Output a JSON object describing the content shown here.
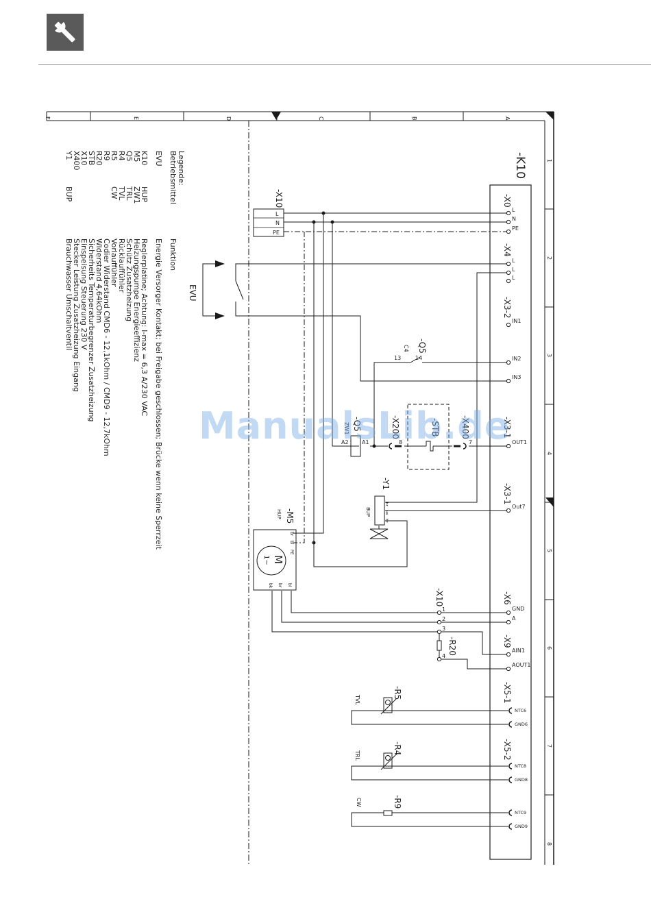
{
  "header": {
    "icon": "wrench-icon"
  },
  "frame": {
    "columns": [
      "A",
      "B",
      "C",
      "D",
      "E",
      "F"
    ],
    "rows": [
      "1",
      "2",
      "3",
      "4",
      "5",
      "6",
      "7",
      "8"
    ]
  },
  "controller": {
    "label": "-K10",
    "x0": {
      "label": "-X0",
      "pins": [
        "L",
        "N",
        "PE"
      ]
    },
    "x4": {
      "label": "-X4",
      "pins": [
        "L",
        "L",
        "L"
      ]
    },
    "x3_2": {
      "label": "-X3-2",
      "pins": [
        "IN1",
        "IN2",
        "IN3"
      ]
    },
    "x3_1a": {
      "label": "-X3-1",
      "pins": [
        "OUT1"
      ]
    },
    "x3_1b": {
      "label": "-X3-1",
      "pins": [
        "Out7"
      ]
    },
    "x6": {
      "label": "-X6",
      "pins": [
        "GND",
        "A"
      ]
    },
    "x9": {
      "label": "-X9",
      "pins": [
        "AIN1",
        "AOUT1"
      ]
    },
    "x5_1": {
      "label": "-X5-1",
      "pins": [
        "NTC6",
        "GND6"
      ]
    },
    "x5_2": {
      "label": "-X5-2",
      "pins": [
        "NTC8",
        "GND8"
      ]
    },
    "x5_3": {
      "pins": [
        "NTC9",
        "GND9"
      ]
    }
  },
  "components": {
    "x10_top": {
      "label": "-X10",
      "pins": [
        "L",
        "N",
        "PE"
      ]
    },
    "evu": {
      "label": "EVU"
    },
    "q5_contact": {
      "label": "-Q5",
      "sub": "C4",
      "pins": [
        "13",
        "14"
      ]
    },
    "stb": {
      "label": "-STB"
    },
    "x400": {
      "label": "-X400",
      "pin": "7"
    },
    "x200": {
      "label": "-X200",
      "pin": "8"
    },
    "q5_coil": {
      "label": "-Q5",
      "sub": "ZW1",
      "pins": [
        "A1",
        "A2"
      ]
    },
    "y1": {
      "label": "-Y1",
      "sub": "BUP",
      "wires": [
        "br",
        "sw",
        "br"
      ]
    },
    "m5": {
      "label": "-M5",
      "sub": "HUP",
      "motor": "M",
      "motor_sub": "1~",
      "wires_top": [
        "br",
        "bl",
        "PE"
      ],
      "wires_bottom": [
        "bl",
        "br",
        "bk"
      ]
    },
    "x10_bottom": {
      "label": "-X10",
      "pins": [
        "1",
        "2",
        "3",
        "4"
      ]
    },
    "r20": {
      "label": "-R20"
    },
    "r5": {
      "label": "-R5",
      "sub": "TVL"
    },
    "r4": {
      "label": "-R4",
      "sub": "TRL"
    },
    "r9": {
      "label": "-R9",
      "sub": "CW"
    }
  },
  "legend": {
    "title_1": "Legende:",
    "title_2": "Betriebsmittel",
    "function_title": "Funktion",
    "rows": [
      {
        "code": "EVU",
        "short": "",
        "text": "Energie Versorger Kontakt; bei Freigabe geschlossen; Brücke wenn keine Sperrzeit"
      },
      {
        "code": "K10",
        "short": "HUP",
        "text": "Reglerplatine; Achtung: I-max = 6,3 A/230 VAC"
      },
      {
        "code": "M5",
        "short": "ZW1",
        "text": "Heizungspumpe Energieeffizienz"
      },
      {
        "code": "Q5",
        "short": "TRL",
        "text": "Schütz Zusatzheizung"
      },
      {
        "code": "R4",
        "short": "TVL",
        "text": "Rücklauffühler"
      },
      {
        "code": "R5",
        "short": "CW",
        "text": "Vorlauffühler"
      },
      {
        "code": "R9",
        "short": "",
        "text": "Codier Widerstand     CMD6 - 12,1kOhm / CMD9 - 12,7kOhm"
      },
      {
        "code": "R20",
        "short": "",
        "text": "Widerstand     4,64kOhm"
      },
      {
        "code": "STB",
        "short": "",
        "text": "Sicherheits Temperaturbegrenzer Zusatzheizung"
      },
      {
        "code": "X10",
        "short": "",
        "text": "Einspeisung Steuerung 230 V"
      },
      {
        "code": "X400",
        "short": "",
        "text": "Stecker Leistung Zusatzheizung Eingang"
      },
      {
        "code": "Y1",
        "short": "BUP",
        "text": "Brauchwasser Umschaltventil"
      }
    ]
  },
  "watermark": "ManualsLib.de",
  "colors": {
    "header_icon_bg": "#5a5a5a",
    "line": "#1a1a1a",
    "watermark": "#78aae6"
  }
}
